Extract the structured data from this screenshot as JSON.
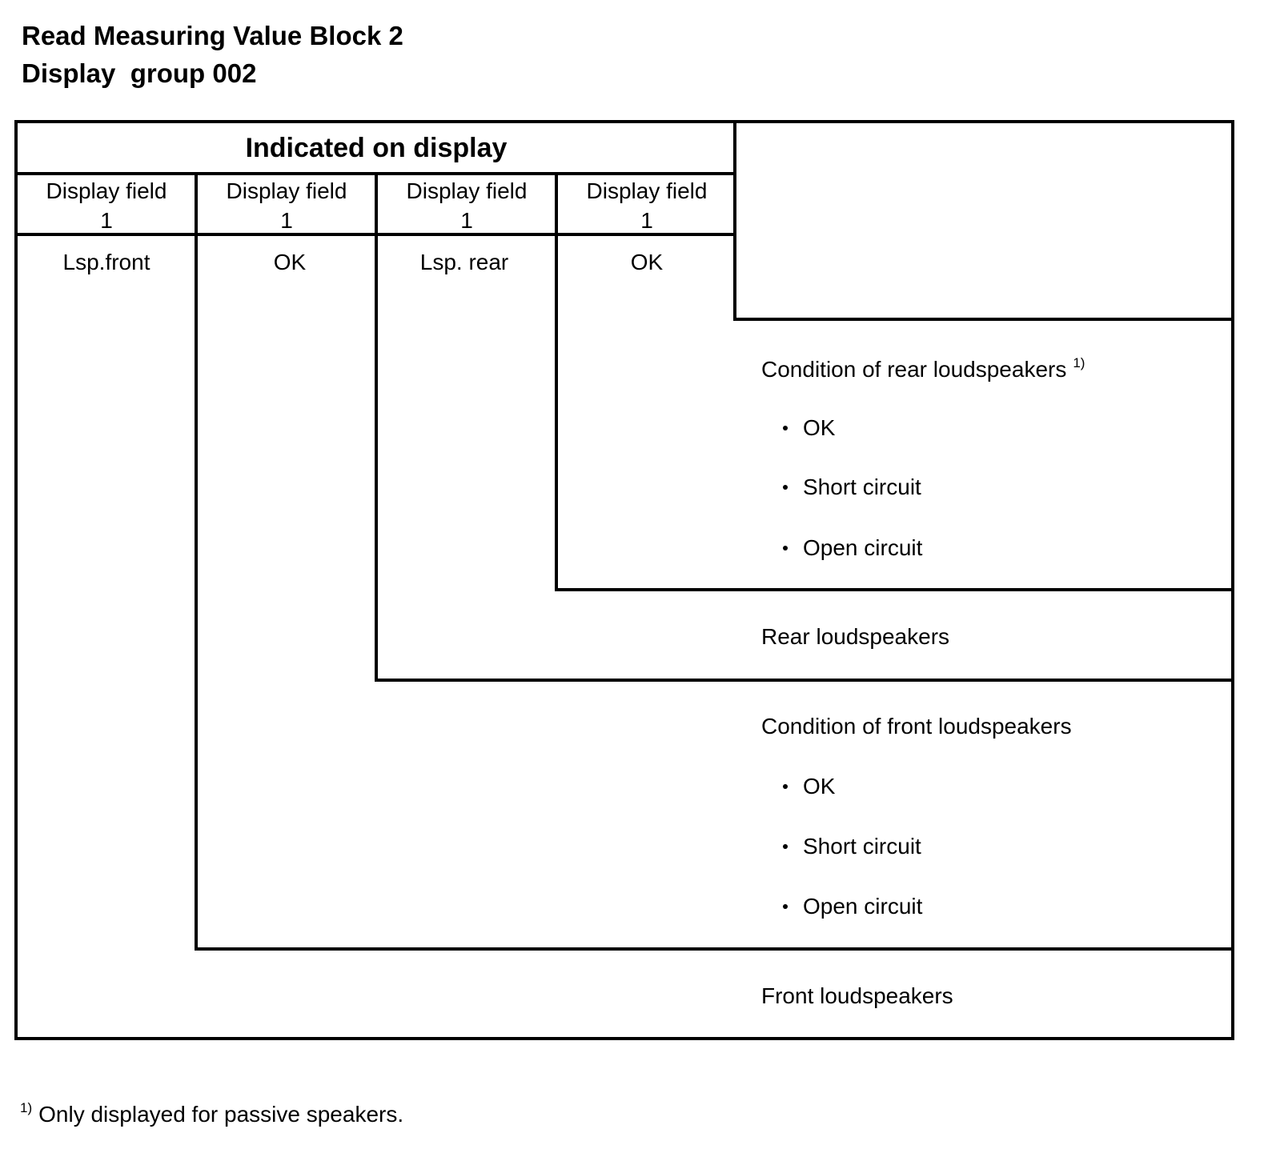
{
  "title": {
    "line1": "Read Measuring Value Block 2",
    "line2": "Display  group 002"
  },
  "table": {
    "header": "Indicated on display",
    "columns": [
      {
        "label": "Display field",
        "number": "1",
        "value": "Lsp.front"
      },
      {
        "label": "Display field",
        "number": "1",
        "value": "OK"
      },
      {
        "label": "Display field",
        "number": "1",
        "value": "Lsp. rear"
      },
      {
        "label": "Display field",
        "number": "1",
        "value": "OK"
      }
    ]
  },
  "descriptions": {
    "rear_condition": {
      "title": "Condition of rear loudspeakers",
      "footnote_mark": "1)",
      "items": [
        "OK",
        "Short circuit",
        "Open circuit"
      ]
    },
    "rear_label": "Rear loudspeakers",
    "front_condition": {
      "title": "Condition of front loudspeakers",
      "items": [
        "OK",
        "Short circuit",
        "Open circuit"
      ]
    },
    "front_label": "Front loudspeakers"
  },
  "footnote": {
    "mark": "1)",
    "text": "Only displayed for passive speakers."
  }
}
